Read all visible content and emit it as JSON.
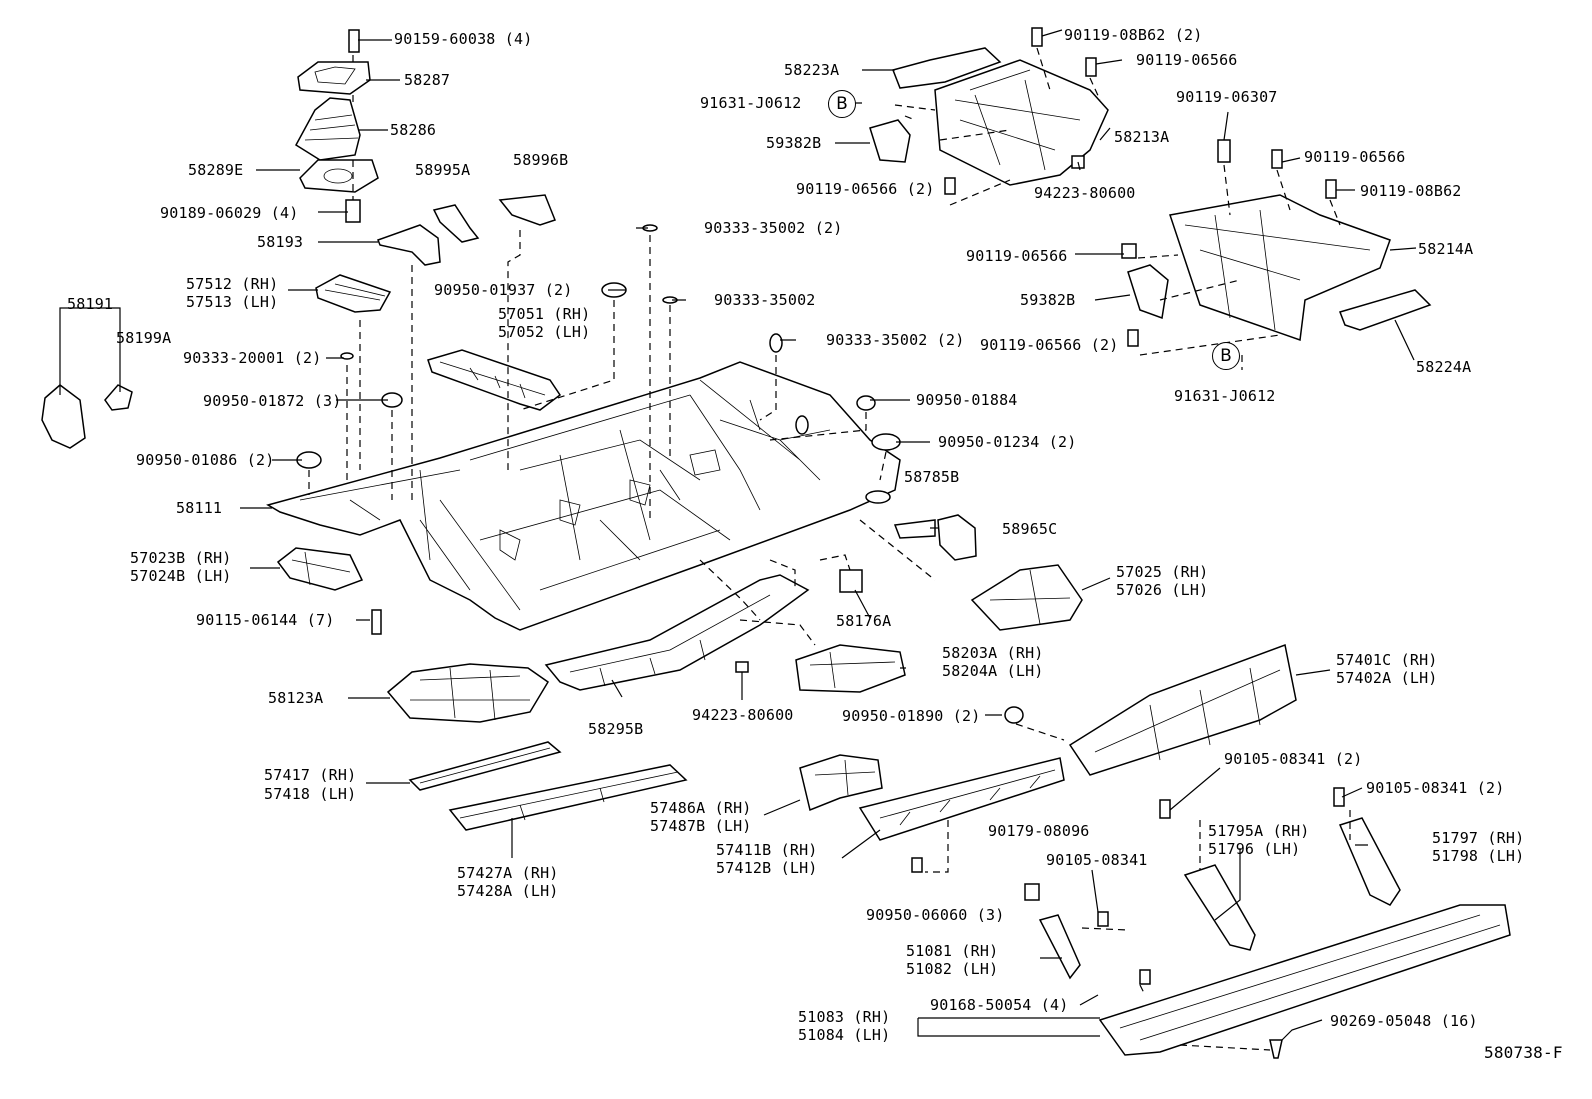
{
  "diagram_code": "580738-F",
  "callout_letter": "B",
  "labels": {
    "l_90159_60038": "90159-60038 (4)",
    "l_58287": "58287",
    "l_58286": "58286",
    "l_58289E": "58289E",
    "l_58995A": "58995A",
    "l_58996B": "58996B",
    "l_90189_06029": "90189-06029 (4)",
    "l_58193": "58193",
    "l_57512": "57512 (RH)",
    "l_57513": "57513 (LH)",
    "l_58191": "58191",
    "l_58199A": "58199A",
    "l_90333_20001": "90333-20001 (2)",
    "l_90950_01872": "90950-01872 (3)",
    "l_90950_01086": "90950-01086 (2)",
    "l_58111": "58111",
    "l_57023B": "57023B (RH)",
    "l_57024B": "57024B (LH)",
    "l_90115_06144": "90115-06144 (7)",
    "l_58123A": "58123A",
    "l_57417": "57417 (RH)",
    "l_57418": "57418 (LH)",
    "l_57427A": "57427A (RH)",
    "l_57428A": "57428A (LH)",
    "l_90950_01937": "90950-01937 (2)",
    "l_57051": "57051 (RH)",
    "l_57052": "57052 (LH)",
    "l_90333_35002_a": "90333-35002 (2)",
    "l_90333_35002_b": "90333-35002",
    "l_90333_35002_c": "90333-35002 (2)",
    "l_90950_01884": "90950-01884",
    "l_90950_01234": "90950-01234 (2)",
    "l_58785B": "58785B",
    "l_58965C": "58965C",
    "l_57025": "57025 (RH)",
    "l_57026": "57026 (LH)",
    "l_58176A": "58176A",
    "l_58203A": "58203A (RH)",
    "l_58204A": "58204A (LH)",
    "l_58295B": "58295B",
    "l_94223_80600_a": "94223-80600",
    "l_57486A": "57486A (RH)",
    "l_57487B": "57487B (LH)",
    "l_57411B": "57411B (RH)",
    "l_57412B": "57412B (LH)",
    "l_90950_06060": "90950-06060 (3)",
    "l_90950_01890": "90950-01890 (2)",
    "l_57401C": "57401C (RH)",
    "l_57402A": "57402A (LH)",
    "l_90105_08341_a": "90105-08341 (2)",
    "l_90105_08341_b": "90105-08341 (2)",
    "l_90179_08096": "90179-08096",
    "l_90105_08341_c": "90105-08341",
    "l_51795A": "51795A (RH)",
    "l_51796": "51796   (LH)",
    "l_51797": "51797 (RH)",
    "l_51798": "51798 (LH)",
    "l_51081": "51081 (RH)",
    "l_51082": "51082 (LH)",
    "l_90168_50054": "90168-50054 (4)",
    "l_51083": "51083 (RH)",
    "l_51084": "51084 (LH)",
    "l_90269_05048": "90269-05048 (16)",
    "l_58223A": "58223A",
    "l_90119_08B62_a": "90119-08B62 (2)",
    "l_90119_06566_a": "90119-06566",
    "l_91631_J0612_a": "91631-J0612",
    "l_59382B_a": "59382B",
    "l_58213A": "58213A",
    "l_90119_06566_b": "90119-06566 (2)",
    "l_94223_80600_b": "94223-80600",
    "l_90119_06307": "90119-06307",
    "l_90119_06566_c": "90119-06566",
    "l_90119_08B62_b": "90119-08B62",
    "l_90119_06566_d": "90119-06566",
    "l_58214A": "58214A",
    "l_59382B_b": "59382B",
    "l_90119_06566_e": "90119-06566 (2)",
    "l_58224A": "58224A",
    "l_91631_J0612_b": "91631-J0612"
  }
}
